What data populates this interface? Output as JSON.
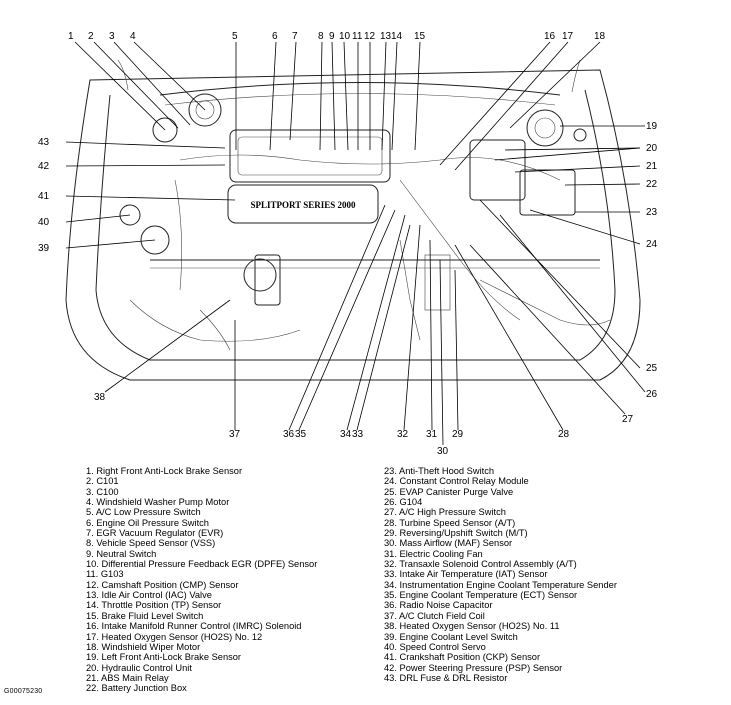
{
  "engine_label": "SPLITPORT SERIES 2000",
  "callouts": [
    "1",
    "2",
    "3",
    "4",
    "5",
    "6",
    "7",
    "8",
    "9",
    "10",
    "11",
    "12",
    "13",
    "14",
    "15",
    "16",
    "17",
    "18",
    "19",
    "20",
    "21",
    "22",
    "23",
    "24",
    "25",
    "26",
    "27",
    "28",
    "29",
    "30",
    "31",
    "32",
    "33",
    "34",
    "35",
    "36",
    "37",
    "38",
    "39",
    "40",
    "41",
    "42",
    "43"
  ],
  "legend": [
    "1. Right Front Anti-Lock Brake Sensor",
    "2. C101",
    "3. C100",
    "4. Windshield Washer Pump Motor",
    "5. A/C Low Pressure Switch",
    "6. Engine Oil Pressure Switch",
    "7. EGR Vacuum Regulator (EVR)",
    "8. Vehicle Speed Sensor (VSS)",
    "9. Neutral Switch",
    "10. Differential Pressure Feedback EGR (DPFE) Sensor",
    "11. G103",
    "12. Camshaft Position (CMP) Sensor",
    "13. Idle Air Control (IAC) Valve",
    "14. Throttle Position (TP) Sensor",
    "15. Brake Fluid Level Switch",
    "16. Intake Manifold Runner Control (IMRC) Solenoid",
    "17. Heated Oxygen Sensor (HO2S) No. 12",
    "18. Windshield Wiper Motor",
    "19. Left Front Anti-Lock Brake Sensor",
    "20. Hydraulic Control Unit",
    "21. ABS Main Relay",
    "22. Battery Junction Box",
    "23. Anti-Theft Hood Switch",
    "24. Constant Control Relay Module",
    "25. EVAP Canister Purge Valve",
    "26. G104",
    "27. A/C High Pressure Switch",
    "28. Turbine Speed Sensor (A/T)",
    "29. Reversing/Upshift Switch (M/T)",
    "30. Mass Airflow (MAF) Sensor",
    "31. Electric Cooling Fan",
    "32. Transaxle Solenoid Control Assembly (A/T)",
    "33. Intake Air Temperature (IAT) Sensor",
    "34. Instrumentation Engine Coolant Temperature Sender",
    "35. Engine Coolant Temperature (ECT) Sensor",
    "36. Radio Noise Capacitor",
    "37. A/C Clutch Field Coil",
    "38. Heated Oxygen Sensor (HO2S) No. 11",
    "39. Engine Coolant Level Switch",
    "40. Speed Control Servo",
    "41. Crankshaft Position (CKP) Sensor",
    "42. Power Steering Pressure (PSP) Sensor",
    "43. DRL Fuse & DRL Resistor"
  ],
  "figure_code": "G00075230"
}
